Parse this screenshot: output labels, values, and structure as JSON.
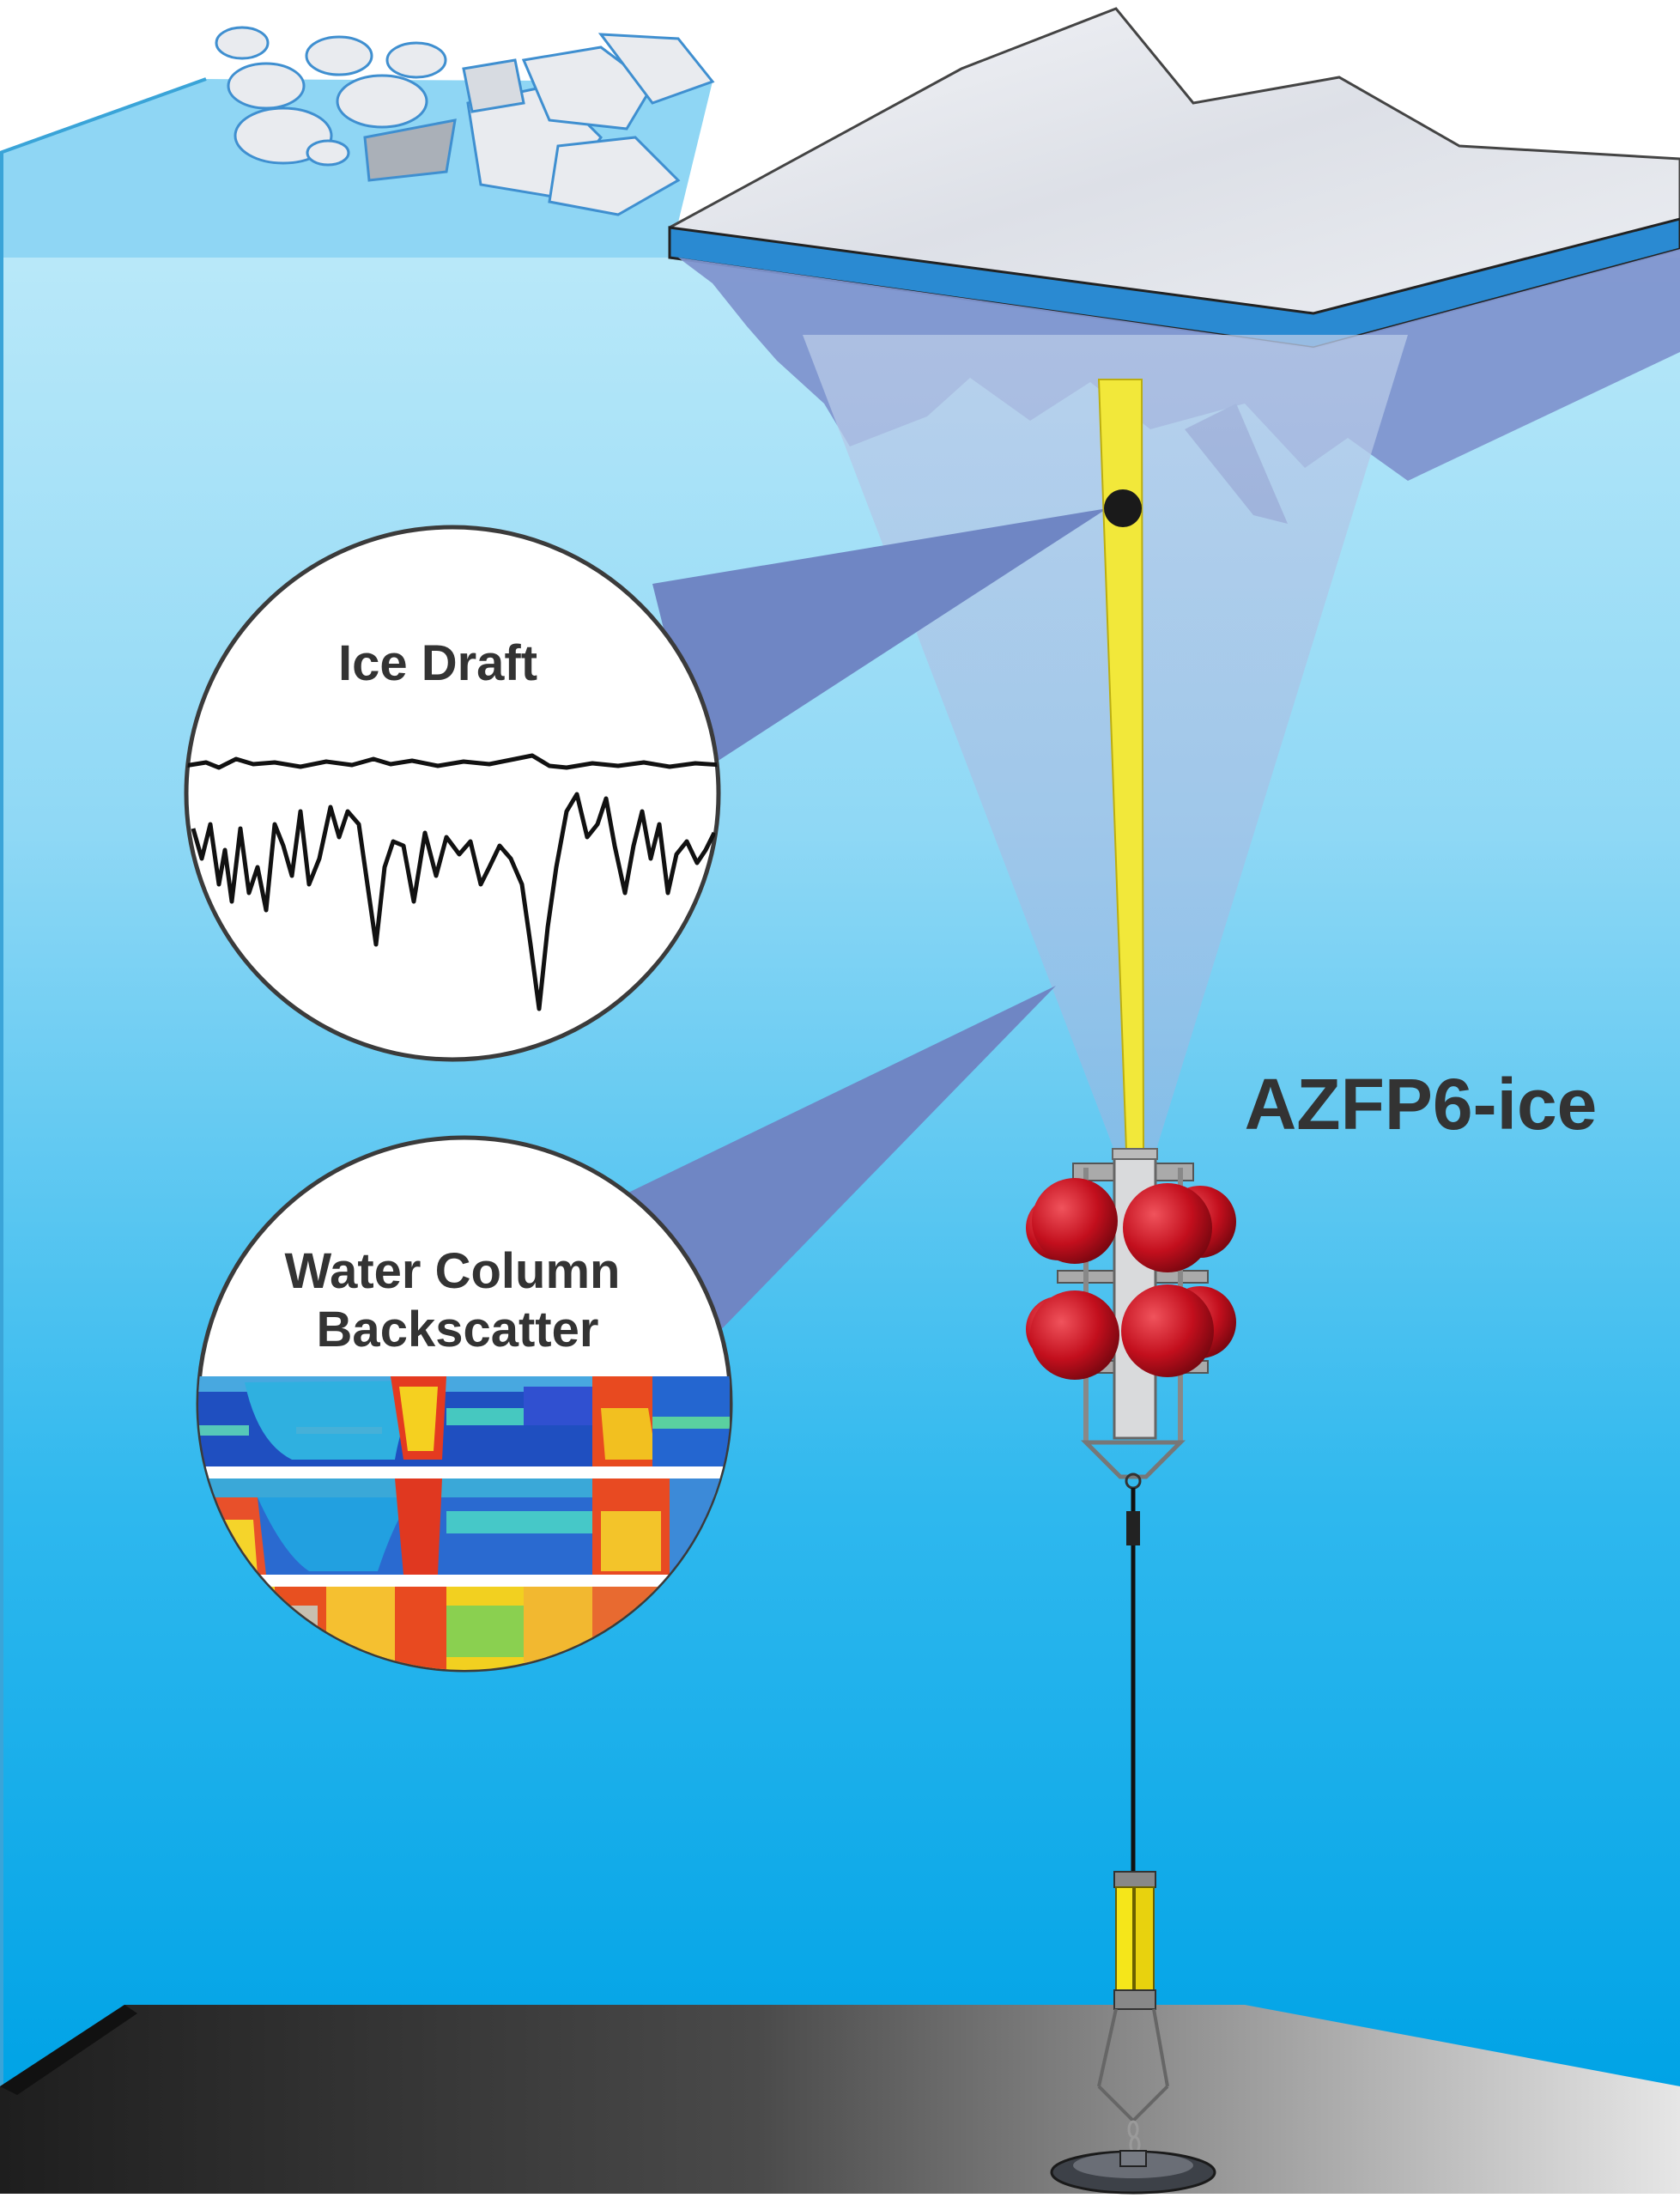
{
  "labels": {
    "ice_draft": "Ice Draft",
    "water_column_line1": "Water Column",
    "water_column_line2": "Backscatter",
    "instrument": "AZFP6-ice"
  },
  "colors": {
    "water_top": "#b9e8f8",
    "water_bottom": "#00a6e8",
    "ice_surface": "#eef0f4",
    "ice_keel": "#7b8fcb",
    "ice_edge": "#2b88d0",
    "beam_cone": "#a8c4e6",
    "callout_wedge": "#6f86c4",
    "acoustic_beam": "#f2e83a",
    "float_red": "#c8101e",
    "seafloor_dark": "#2a2a2a",
    "seafloor_light": "#dcdcdc",
    "release_yellow": "#f5e61a"
  },
  "icons": {
    "sensor_dot": "sensor-dot-icon",
    "float": "float-sphere-icon",
    "anchor": "anchor-weight-icon"
  }
}
